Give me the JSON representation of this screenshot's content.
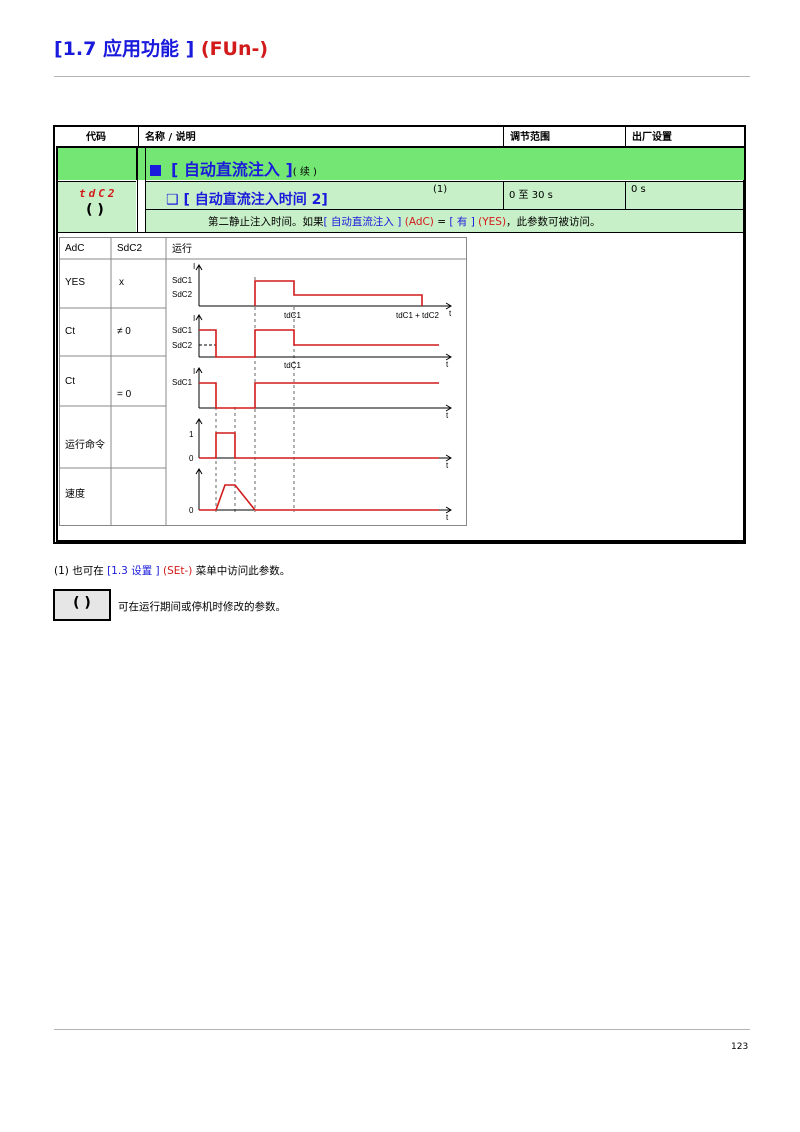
{
  "header": {
    "section": "[1.7 应用功能 ]",
    "code": "(FUn-)"
  },
  "table_header": {
    "code": "代码",
    "name": "名称 / 说明",
    "range": "调节范围",
    "factory": "出厂设置"
  },
  "group": {
    "title": "[ 自动直流注入 ]",
    "cont": "( 续 )"
  },
  "param": {
    "code": "tdC2",
    "title": "[ 自动直流注入时间 2]",
    "note_ref": "(1)",
    "range": "0 至 30 s",
    "factory": "0 s",
    "desc_before": "第二静止注入时间。如果",
    "desc_link1": "[ 自动直流注入 ]",
    "desc_code1": "(AdC)",
    "desc_eq": "=",
    "desc_link2": "[ 有 ]",
    "desc_code2": "(YES)",
    "desc_after": "，此参数可被访问。"
  },
  "chart_data": {
    "type": "table",
    "columns": [
      "AdC",
      "SdC2",
      "运行"
    ],
    "rows": [
      {
        "AdC": "YES",
        "SdC2": "x"
      },
      {
        "AdC": "Ct",
        "SdC2": "≠ 0"
      },
      {
        "AdC": "Ct",
        "SdC2": "= 0"
      },
      {
        "label": "运行命令"
      },
      {
        "label": "速度"
      }
    ],
    "labels": {
      "I": "I",
      "SdC1": "SdC1",
      "SdC2": "SdC2",
      "t": "t",
      "tdC1": "tdC1",
      "tdC1_tdC2": "tdC1 + tdC2",
      "one": "1",
      "zero": "0"
    },
    "waveform_color": "#d21a1a"
  },
  "footnote": {
    "prefix": "(1) 也可在",
    "link": "[1.3 设置 ]",
    "code": "(SEt-)",
    "suffix": "菜单中访问此参数。"
  },
  "legend": {
    "icon": "run-modify-icon",
    "glyph": "( )",
    "text": "可在运行期间或停机时修改的参数。"
  },
  "page_number": "123",
  "colors": {
    "blue": "#1a1adc",
    "red": "#d21a1a",
    "green": "#73e673",
    "light_green": "#c8f0c8"
  }
}
